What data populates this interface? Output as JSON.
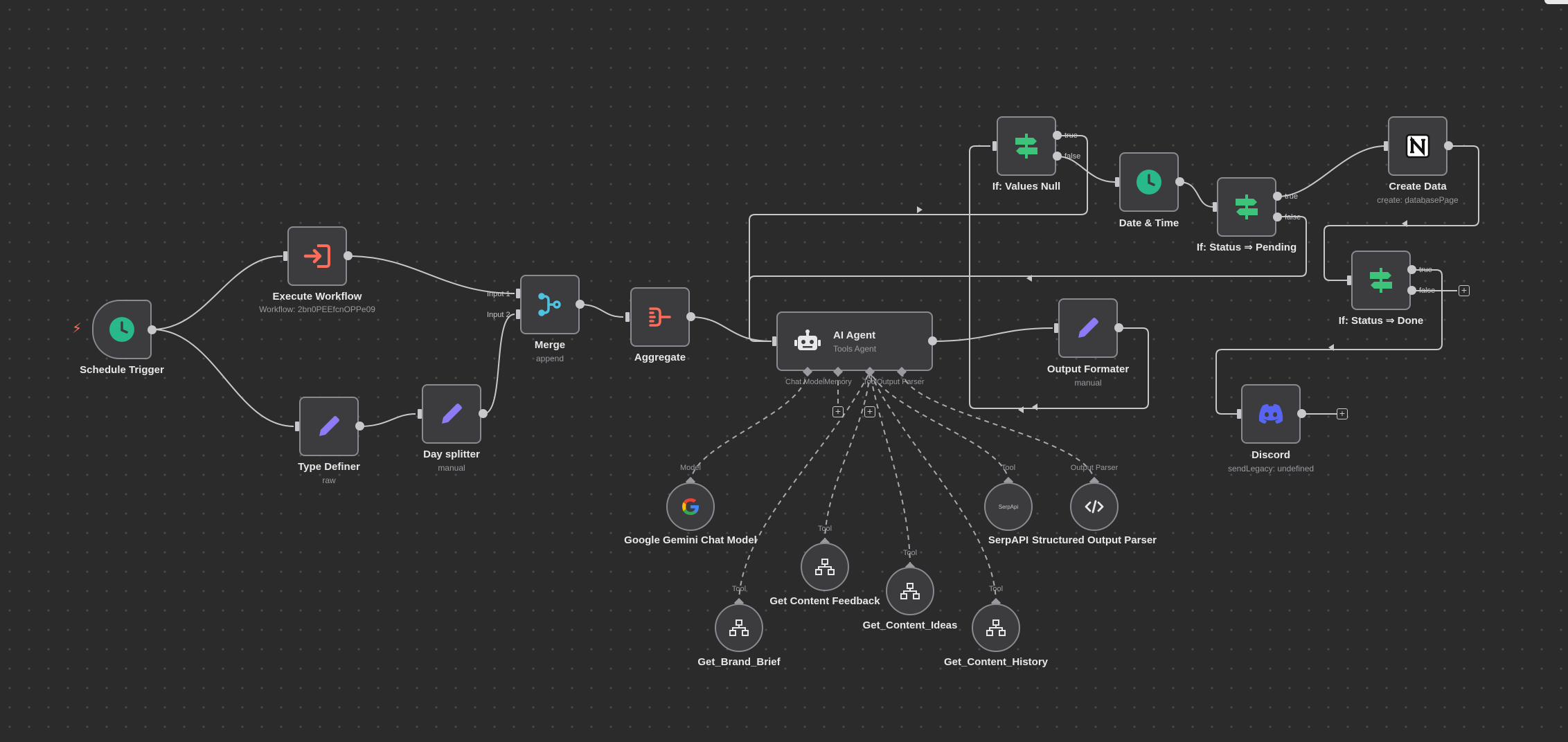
{
  "nodes": {
    "schedule_trigger": {
      "label": "Schedule Trigger"
    },
    "execute_workflow": {
      "label": "Execute Workflow",
      "sub": "Workflow: 2bn0PEEfcnOPPe09"
    },
    "type_definer": {
      "label": "Type Definer",
      "sub": "raw"
    },
    "day_splitter": {
      "label": "Day splitter",
      "sub": "manual"
    },
    "merge": {
      "label": "Merge",
      "sub": "append",
      "input1": "Input 1",
      "input2": "Input 2"
    },
    "aggregate": {
      "label": "Aggregate"
    },
    "ai_agent": {
      "title": "AI Agent",
      "sub": "Tools Agent",
      "port_chat": "Chat Model",
      "port_memory": "Memory",
      "port_tool": "Tool",
      "port_parser": "Output Parser"
    },
    "if_values_null": {
      "label": "If: Values Null",
      "true_label": "true",
      "false_label": "false"
    },
    "date_time": {
      "label": "Date & Time"
    },
    "if_status_pending": {
      "label": "If: Status ⇒ Pending",
      "true_label": "true",
      "false_label": "false"
    },
    "create_data": {
      "label": "Create Data",
      "sub": "create: databasePage"
    },
    "if_status_done": {
      "label": "If: Status ⇒ Done",
      "true_label": "true",
      "false_label": "false"
    },
    "output_formater": {
      "label": "Output Formater",
      "sub": "manual"
    },
    "discord": {
      "label": "Discord",
      "sub": "sendLegacy: undefined"
    },
    "gemini": {
      "label": "Google Gemini Chat Model",
      "tag": "Model"
    },
    "brand_brief": {
      "label": "Get_Brand_Brief",
      "tag": "Tool"
    },
    "content_feedback": {
      "label": "Get Content Feedback",
      "tag": "Tool"
    },
    "content_ideas": {
      "label": "Get_Content_Ideas",
      "tag": "Tool"
    },
    "content_history": {
      "label": "Get_Content_History",
      "tag": "Tool"
    },
    "serpapi": {
      "label": "SerpAPI",
      "tag": "Tool",
      "icon_text": "SerpApi"
    },
    "structured_parser": {
      "label": "Structured Output Parser",
      "tag": "Output Parser"
    }
  },
  "icons": {
    "clock": "clock-icon",
    "execute": "execute-workflow-icon",
    "pencil": "pencil-icon",
    "merge": "merge-icon",
    "aggregate": "aggregate-icon",
    "robot": "robot-icon",
    "signpost": "signpost-icon",
    "notion": "notion-icon",
    "discord": "discord-icon",
    "google": "google-icon",
    "sitemap": "sitemap-icon",
    "code": "code-icon",
    "bolt": "lightning-bolt-icon"
  },
  "colors": {
    "canvas_bg": "#2b2b2c",
    "node_bg": "#3c3c3f",
    "edge": "#c8c8cc",
    "clock_green": "#29b88a",
    "pencil_purple": "#8b7cf6",
    "execute_red": "#ff6d5a",
    "merge_blue": "#4ec3e0",
    "signpost_green": "#3ec47a",
    "discord_blue": "#5865f2"
  }
}
